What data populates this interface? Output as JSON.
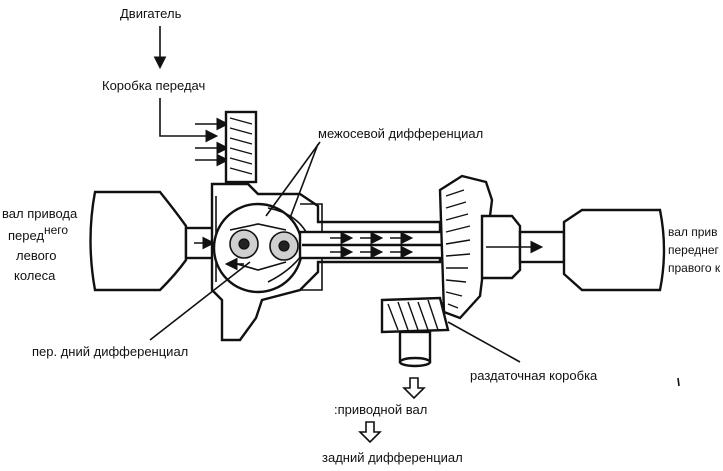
{
  "labels": {
    "engine": "Двигатель",
    "gearbox": "Коробка передач",
    "center_diff": "межосевой  дифференциал",
    "left_shaft_line1": "вал привода",
    "left_shaft_line2a": "перед",
    "left_shaft_line2b": "него",
    "left_shaft_line3": "левого",
    "left_shaft_line4": "колеса",
    "right_shaft_line1": "вал прив",
    "right_shaft_line2": "переднег",
    "right_shaft_line3": "правого к",
    "front_diff": "пер. дний  дифференциал",
    "transfer_case": "раздаточная  коробка",
    "drive_shaft": ":приводной  вал",
    "rear_diff": "задний  дифференциал"
  },
  "colors": {
    "ink": "#111111",
    "paper": "#ffffff",
    "shade": "#cfcfcf"
  }
}
